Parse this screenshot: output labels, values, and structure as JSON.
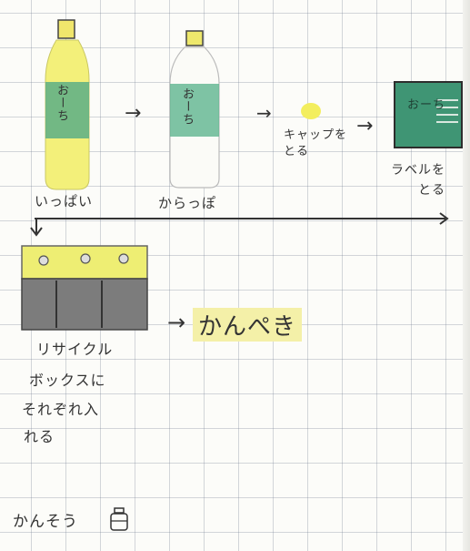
{
  "steps": [
    {
      "label": "いっぱい",
      "bottle_text": "おーち"
    },
    {
      "label": "からっぽ",
      "bottle_text": "おーち"
    },
    {
      "label": "キャップを\nとる"
    },
    {
      "label": "ラベルを\nとる",
      "bottle_text": "おーち"
    }
  ],
  "arrow_glyph": "→",
  "recycle": {
    "instruction_lines": [
      "リサイクル",
      "ボックスに",
      "それぞれ入",
      "れる"
    ],
    "result": "かんぺき"
  },
  "footer_note": "かんそう",
  "colors": {
    "bottle_yellow": "#f2ef70",
    "label_green": "#4fae86",
    "box_lid": "#eeee73",
    "box_body": "#7c7c7c",
    "highlight": "#f4f0a8"
  }
}
